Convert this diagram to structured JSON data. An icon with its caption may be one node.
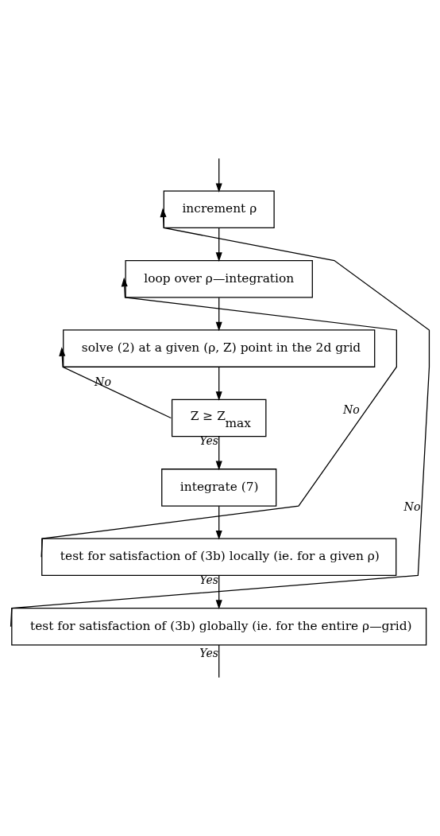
{
  "diagram": {
    "nodes": [
      {
        "text": [
          "increment ρ"
        ]
      },
      {
        "text": [
          "loop over ρ—integration"
        ]
      },
      {
        "text": [
          "solve (2) at a given (ρ, Z) point in the 2d grid"
        ]
      },
      {
        "text": [
          "Z ≥ Z$_{max}$"
        ]
      },
      {
        "text": [
          "integrate (7)"
        ]
      },
      {
        "text": [
          "test for satisfaction of (3b) locally (ie. for a given ρ)"
        ]
      },
      {
        "text": [
          "test for satisfaction of (3b) globally (ie. for the entire ρ—grid)"
        ]
      }
    ],
    "edges": [
      {
        "from": null,
        "to": 0,
        "arrow": "to"
      },
      {
        "from": 0,
        "to": 1,
        "arrow": "to"
      },
      {
        "from": 1,
        "to": 2,
        "arrow": "to"
      },
      {
        "from": 2,
        "to": 3,
        "arrow": "to"
      },
      {
        "from": 3,
        "to": 2,
        "arrow": "to",
        "label": "No"
      },
      {
        "from": 3,
        "to": 4,
        "arrow": "to",
        "label": "Yes"
      },
      {
        "from": 4,
        "to": 5,
        "arrow": "to"
      },
      {
        "from": 5,
        "to": 1,
        "arrow": "to",
        "label": "No"
      },
      {
        "from": 5,
        "to": 6,
        "arrow": "to",
        "label": "Yes"
      },
      {
        "from": 6,
        "to": 0,
        "arrow": "to",
        "label": "No"
      },
      {
        "from": 6,
        "to": null,
        "arrow": "none",
        "label": "Yes"
      }
    ]
  }
}
